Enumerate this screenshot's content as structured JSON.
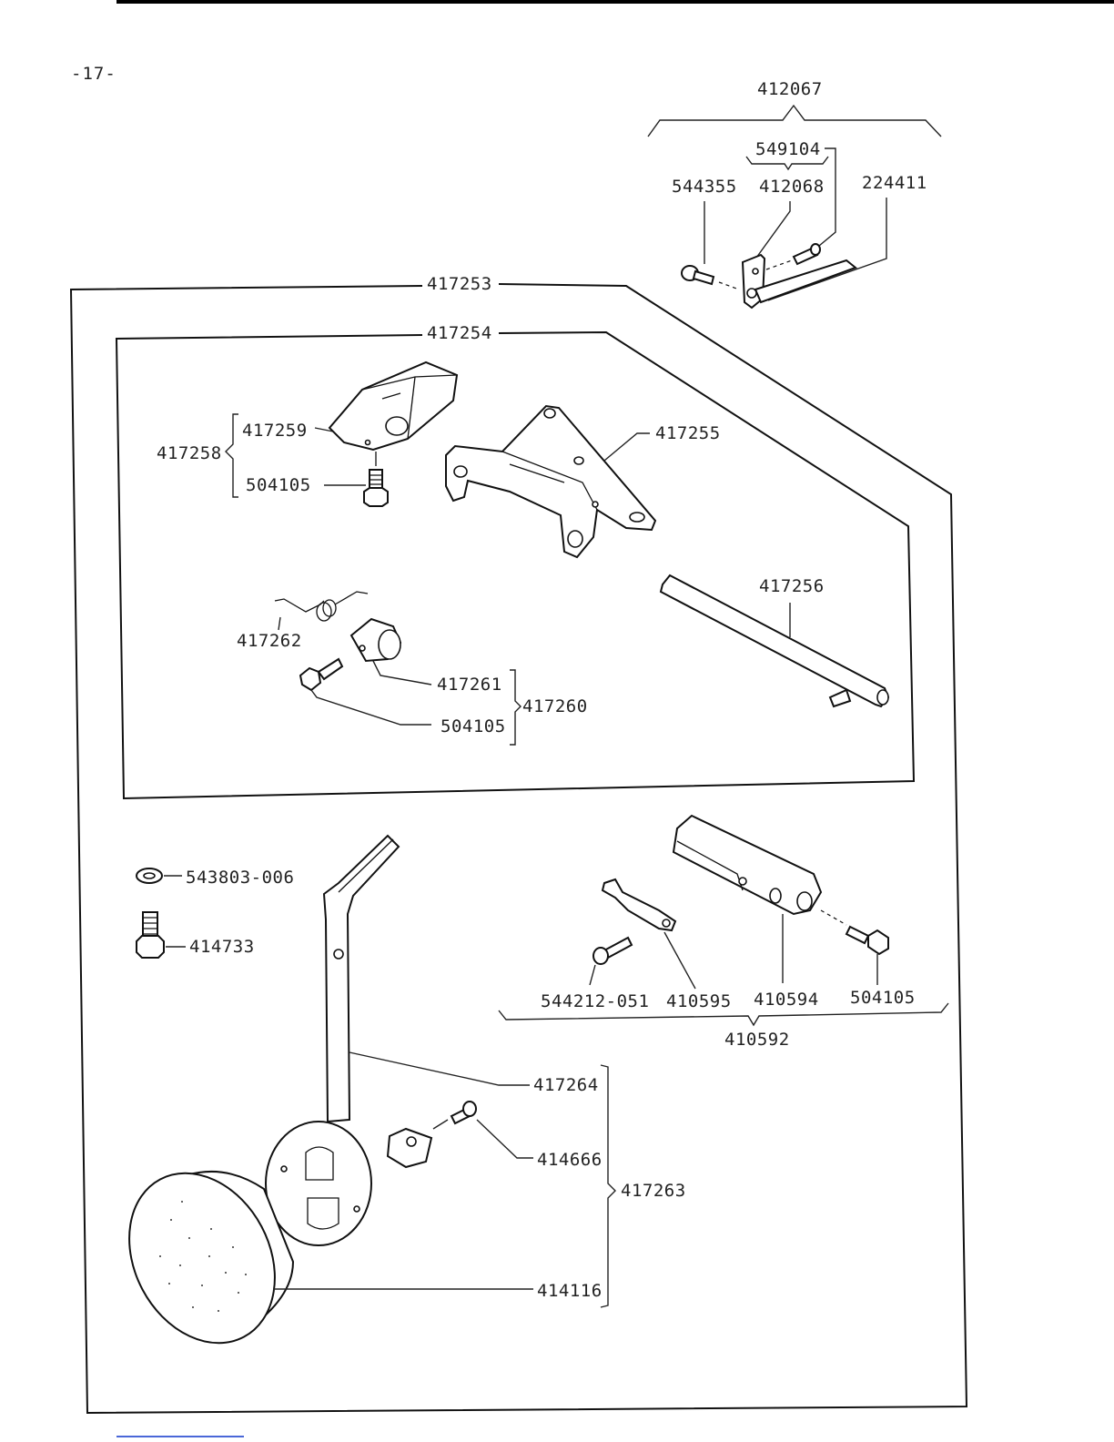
{
  "page_number": "-17-",
  "groups": {
    "g412067": {
      "code": "412067",
      "parts": [
        "549104",
        "544355",
        "412068",
        "224411"
      ]
    },
    "g417253": {
      "code": "417253"
    },
    "g417254": {
      "code": "417254"
    },
    "g417258": {
      "code": "417258",
      "parts": [
        "417259",
        "504105"
      ]
    },
    "g417260": {
      "code": "417260",
      "parts": [
        "417261",
        "504105"
      ]
    },
    "g410592": {
      "code": "410592",
      "parts": [
        "544212-051",
        "410595",
        "410594",
        "504105"
      ]
    },
    "g417263": {
      "code": "417263",
      "parts": [
        "417264",
        "414666",
        "414116"
      ]
    }
  },
  "parts": {
    "p417255": "417255",
    "p417256": "417256",
    "p417262": "417262",
    "p543803": "543803-006",
    "p414733": "414733"
  }
}
